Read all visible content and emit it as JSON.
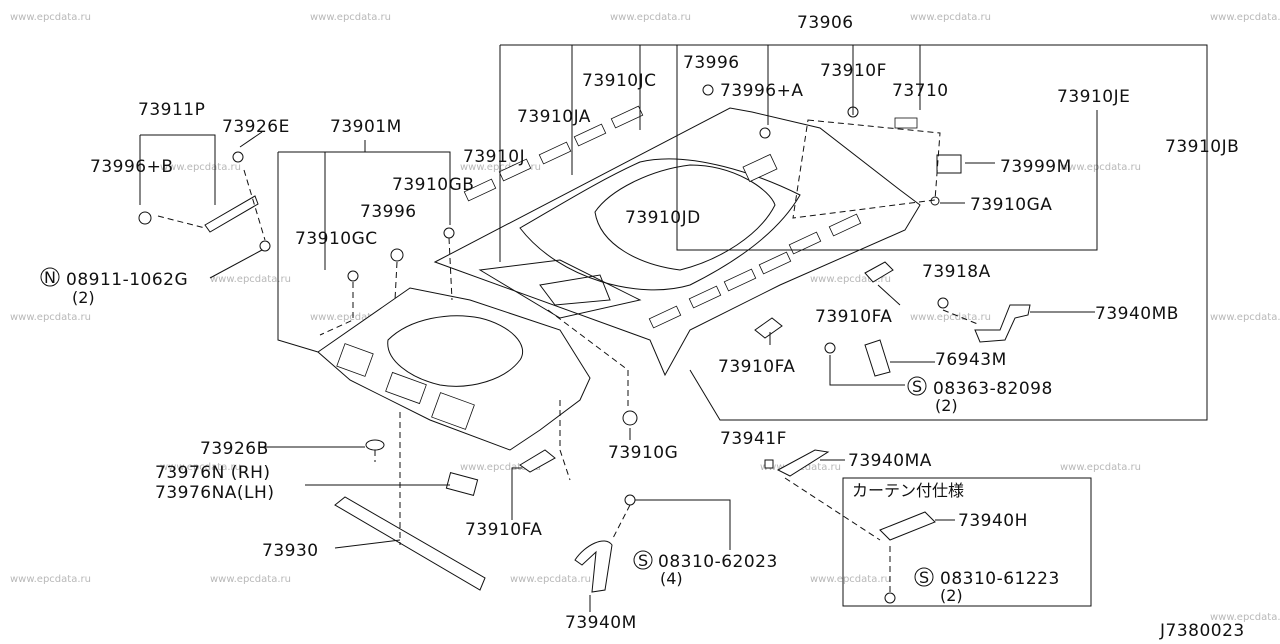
{
  "watermark": "www.epcdata.ru",
  "diagram_id": "J7380023",
  "box_title": "カーテン付仕様",
  "labels": {
    "p73906": "73906",
    "p73996_top": "73996",
    "p73996_a": "73996+A",
    "p73910f": "73910F",
    "p73710": "73710",
    "p73910jc": "73910JC",
    "p73910ja": "73910JA",
    "p73910j": "73910J",
    "p73910je": "73910JE",
    "p73910jb": "73910JB",
    "p73911p": "73911P",
    "p73926e": "73926E",
    "p73901m": "73901M",
    "p73996_b": "73996+B",
    "p73910gb": "73910GB",
    "p73999m": "73999M",
    "p73910ga": "73910GA",
    "p73910jd": "73910JD",
    "p73996_mid": "73996",
    "p73910gc": "73910GC",
    "n08911": "08911-1062G",
    "n08911_qty": "(2)",
    "p73918a": "73918A",
    "p73940mb": "73940MB",
    "p73910fa_1": "73910FA",
    "p76943m": "76943M",
    "p73910fa_2": "73910FA",
    "s08363": "08363-82098",
    "s08363_qty": "(2)",
    "p73941f": "73941F",
    "p73940ma": "73940MA",
    "p73926b": "73926B",
    "p73910g": "73910G",
    "p73976n": "73976N (RH)",
    "p73976na": "73976NA(LH)",
    "p73940h": "73940H",
    "p73910fa_3": "73910FA",
    "s08310_62023": "08310-62023",
    "s08310_62023_qty": "(4)",
    "p73930": "73930",
    "s08310_61223": "08310-61223",
    "s08310_61223_qty": "(2)",
    "p73940m": "73940M"
  },
  "markers": {
    "n": "N",
    "s": "S"
  }
}
